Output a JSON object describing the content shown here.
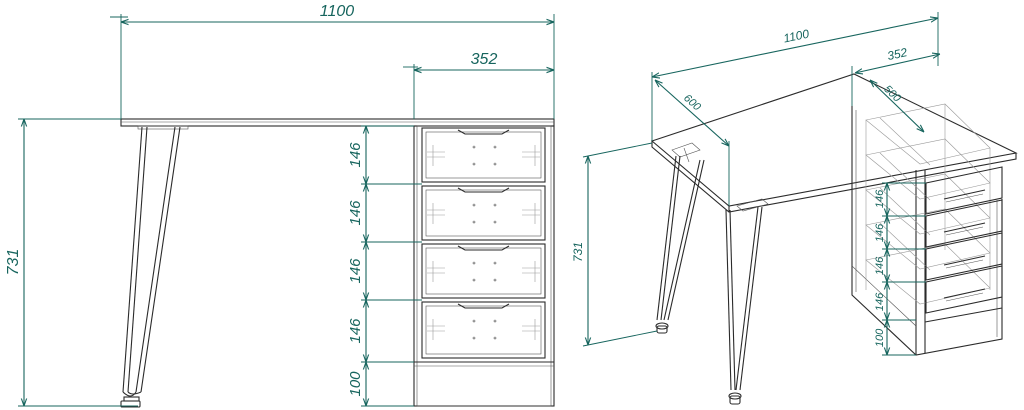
{
  "palette": {
    "dimension": "#17655e",
    "outline": "#2b2b2b",
    "hidden": "#9a9a9a"
  },
  "front_view": {
    "width_label": "1100",
    "pedestal_width_label": "352",
    "height_label": "731",
    "drawer_labels": [
      "146",
      "146",
      "146",
      "146"
    ],
    "plinth_label": "100"
  },
  "iso_view": {
    "width_label": "1100",
    "pedestal_width_label": "352",
    "depth_label": "600",
    "pedestal_depth_label": "500",
    "height_label": "731",
    "drawer_labels": [
      "146",
      "146",
      "146",
      "146"
    ],
    "plinth_label": "100"
  }
}
